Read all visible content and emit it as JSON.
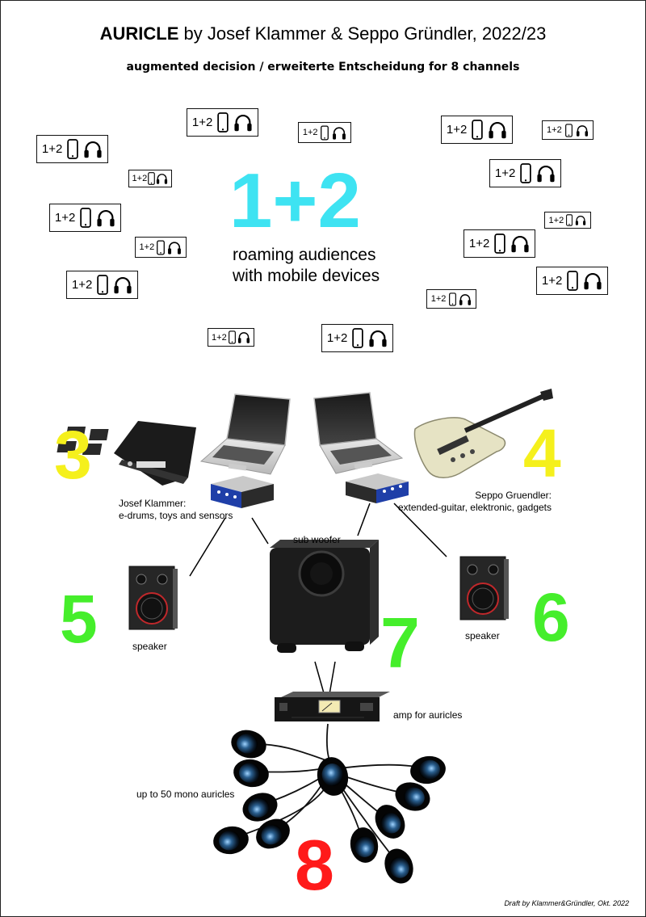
{
  "title": {
    "bold": "AURICLE",
    "rest": " by Josef Klammer & Seppo Gründler, 2022/23"
  },
  "subtitle": "augmented decision / erweiterte  Entscheidung for 8 channels",
  "badge_label": "1+2",
  "channels": {
    "c12": {
      "number": "1+2",
      "text_line1": "roaming audiences",
      "text_line2": "with mobile devices",
      "color": "#3ee3f2"
    },
    "c3": {
      "number": "3",
      "color": "#f5f01c"
    },
    "c4": {
      "number": "4",
      "color": "#f5f01c"
    },
    "c5": {
      "number": "5",
      "color": "#45ee2b"
    },
    "c6": {
      "number": "6",
      "color": "#45ee2b"
    },
    "c7": {
      "number": "7",
      "color": "#45ee2b"
    },
    "c8": {
      "number": "8",
      "color": "#ff1a1a"
    }
  },
  "labels": {
    "josef_line1": "Josef Klammer:",
    "josef_line2": "e-drums, toys and sensors",
    "seppo_line1": "Seppo Gruendler:",
    "seppo_line2": "extended-guitar, elektronic, gadgets",
    "sub_woofer": "sub woofer",
    "speaker_left": "speaker",
    "speaker_right": "speaker",
    "amp": "amp for auricles",
    "auricles": "up to 50 mono auricles"
  },
  "credit": "Draft by Klammer&Gründler, Okt. 2022",
  "icons": [
    "smartphone-icon",
    "headphones-icon",
    "e-drum-pad-icon",
    "laptop-icon",
    "audio-interface-icon",
    "guitar-icon",
    "speaker-icon",
    "subwoofer-icon",
    "amplifier-icon",
    "auricle-speaker-icon"
  ]
}
